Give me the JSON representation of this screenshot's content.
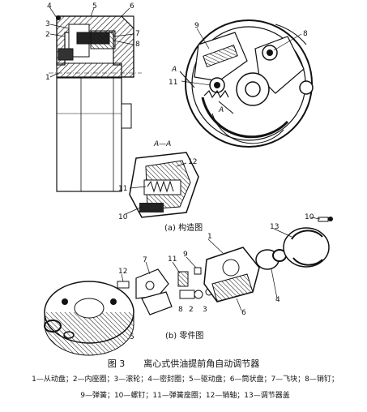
{
  "figure": {
    "caption_number": "图 3",
    "caption_title": "离心式供油提前角自动调节器",
    "legend_line1": "1—从动盘；2—内座圈；3—滚轮；4—密封圈；5—驱动盘；6—筒状盘；7—飞块；8—销钉；",
    "legend_line2": "9—弹簧；10—螺钉；11—弹簧座圈；12—销轴；13—调节器盖",
    "sub_a": "(a) 构造图",
    "sub_b": "(b) 零件图",
    "section": "A—A",
    "section_mark": "A"
  },
  "labels": {
    "n1": "1",
    "n2": "2",
    "n3": "3",
    "n4": "4",
    "n5": "5",
    "n6": "6",
    "n7": "7",
    "n8": "8",
    "n9": "9",
    "n10": "10",
    "n11": "11",
    "n12": "12",
    "n13": "13"
  },
  "colors": {
    "ink": "#111111",
    "paper": "#ffffff",
    "shade": "#555555"
  }
}
